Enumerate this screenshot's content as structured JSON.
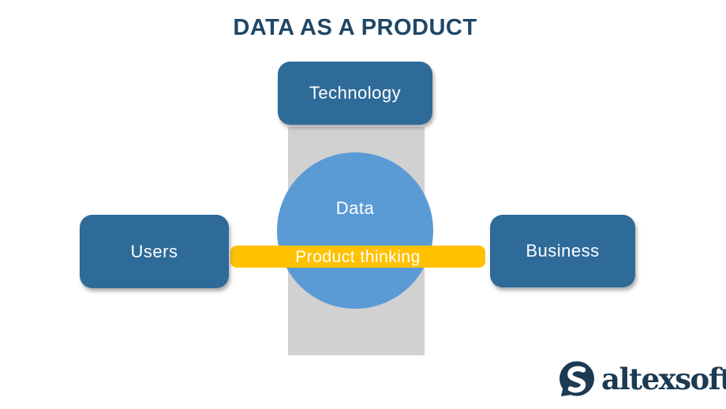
{
  "title": "DATA AS A PRODUCT",
  "nodes": {
    "technology": "Technology",
    "users": "Users",
    "business": "Business"
  },
  "center": {
    "circle_label": "Data",
    "bar_label": "Product thinking"
  },
  "logo": {
    "brand": "altexsoft"
  },
  "colors": {
    "node_blue": "#2e6b99",
    "circle_blue": "#5b9bd5",
    "bar_yellow": "#ffc100",
    "backdrop_gray": "#d1d1d1",
    "title_navy": "#1e4766",
    "logo_navy": "#1c3a52",
    "text_white": "#ffffff"
  }
}
